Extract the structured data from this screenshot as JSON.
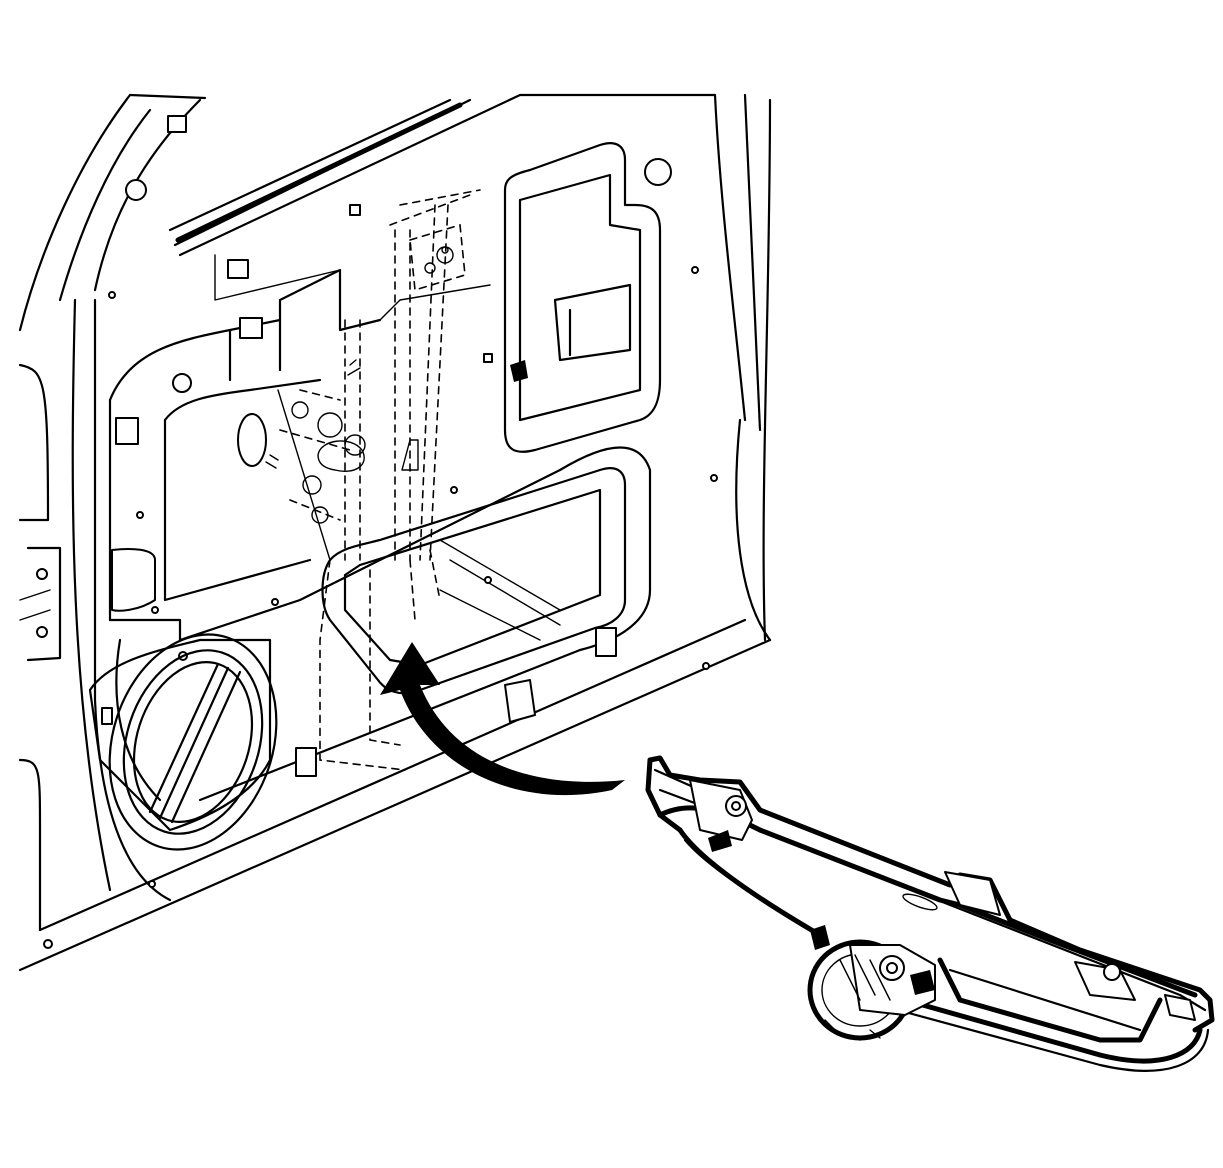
{
  "diagram": {
    "labels": [],
    "colors": {
      "line": "#000000",
      "background": "#ffffff"
    }
  },
  "parts": {
    "door": "door-inner-panel",
    "regulator": "window-regulator-assembly",
    "arrow": "install-direction-arrow",
    "speaker": "speaker-opening"
  }
}
